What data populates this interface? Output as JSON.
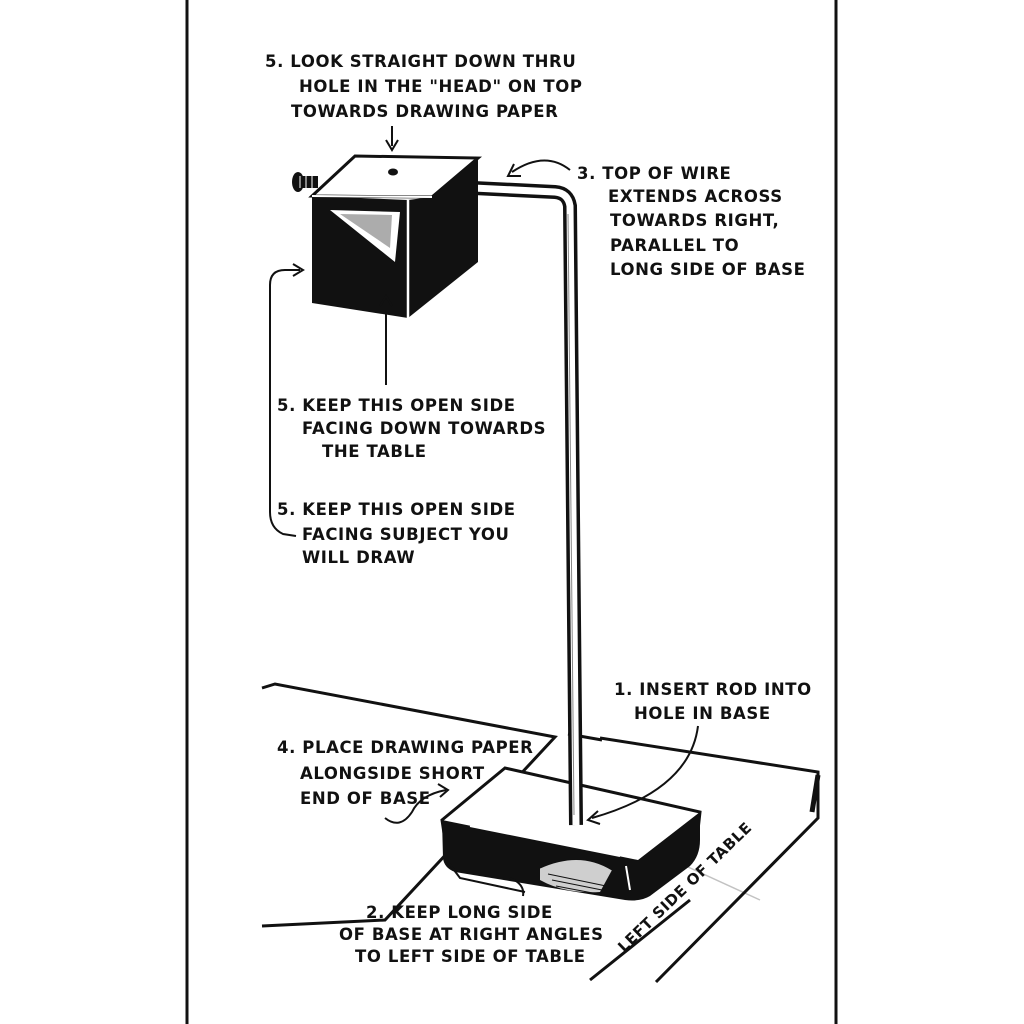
{
  "labels": {
    "look_down": {
      "l1": "5. LOOK STRAIGHT DOWN THRU",
      "l2": "HOLE IN THE \"HEAD\" ON TOP",
      "l3": "TOWARDS DRAWING PAPER"
    },
    "top_wire": {
      "l1": "3. TOP OF WIRE",
      "l2": "EXTENDS ACROSS",
      "l3": "TOWARDS RIGHT,",
      "l4": "PARALLEL TO",
      "l5": "LONG SIDE OF BASE"
    },
    "open_down": {
      "l1": "5. KEEP THIS OPEN SIDE",
      "l2": "FACING DOWN TOWARDS",
      "l3": "THE TABLE"
    },
    "open_subject": {
      "l1": "5. KEEP THIS OPEN SIDE",
      "l2": "FACING SUBJECT YOU",
      "l3": "WILL DRAW"
    },
    "insert_rod": {
      "l1": "1. INSERT ROD INTO",
      "l2": "HOLE IN BASE"
    },
    "place_paper": {
      "l1": "4. PLACE DRAWING PAPER",
      "l2": "ALONGSIDE SHORT",
      "l3": "END OF BASE"
    },
    "long_side": {
      "l1": "2. KEEP LONG SIDE",
      "l2": "OF BASE AT RIGHT ANGLES",
      "l3": "TO LEFT SIDE OF TABLE"
    },
    "table_side": "LEFT SIDE OF TABLE"
  },
  "colors": {
    "ink": "#111111",
    "paper": "#ffffff"
  }
}
